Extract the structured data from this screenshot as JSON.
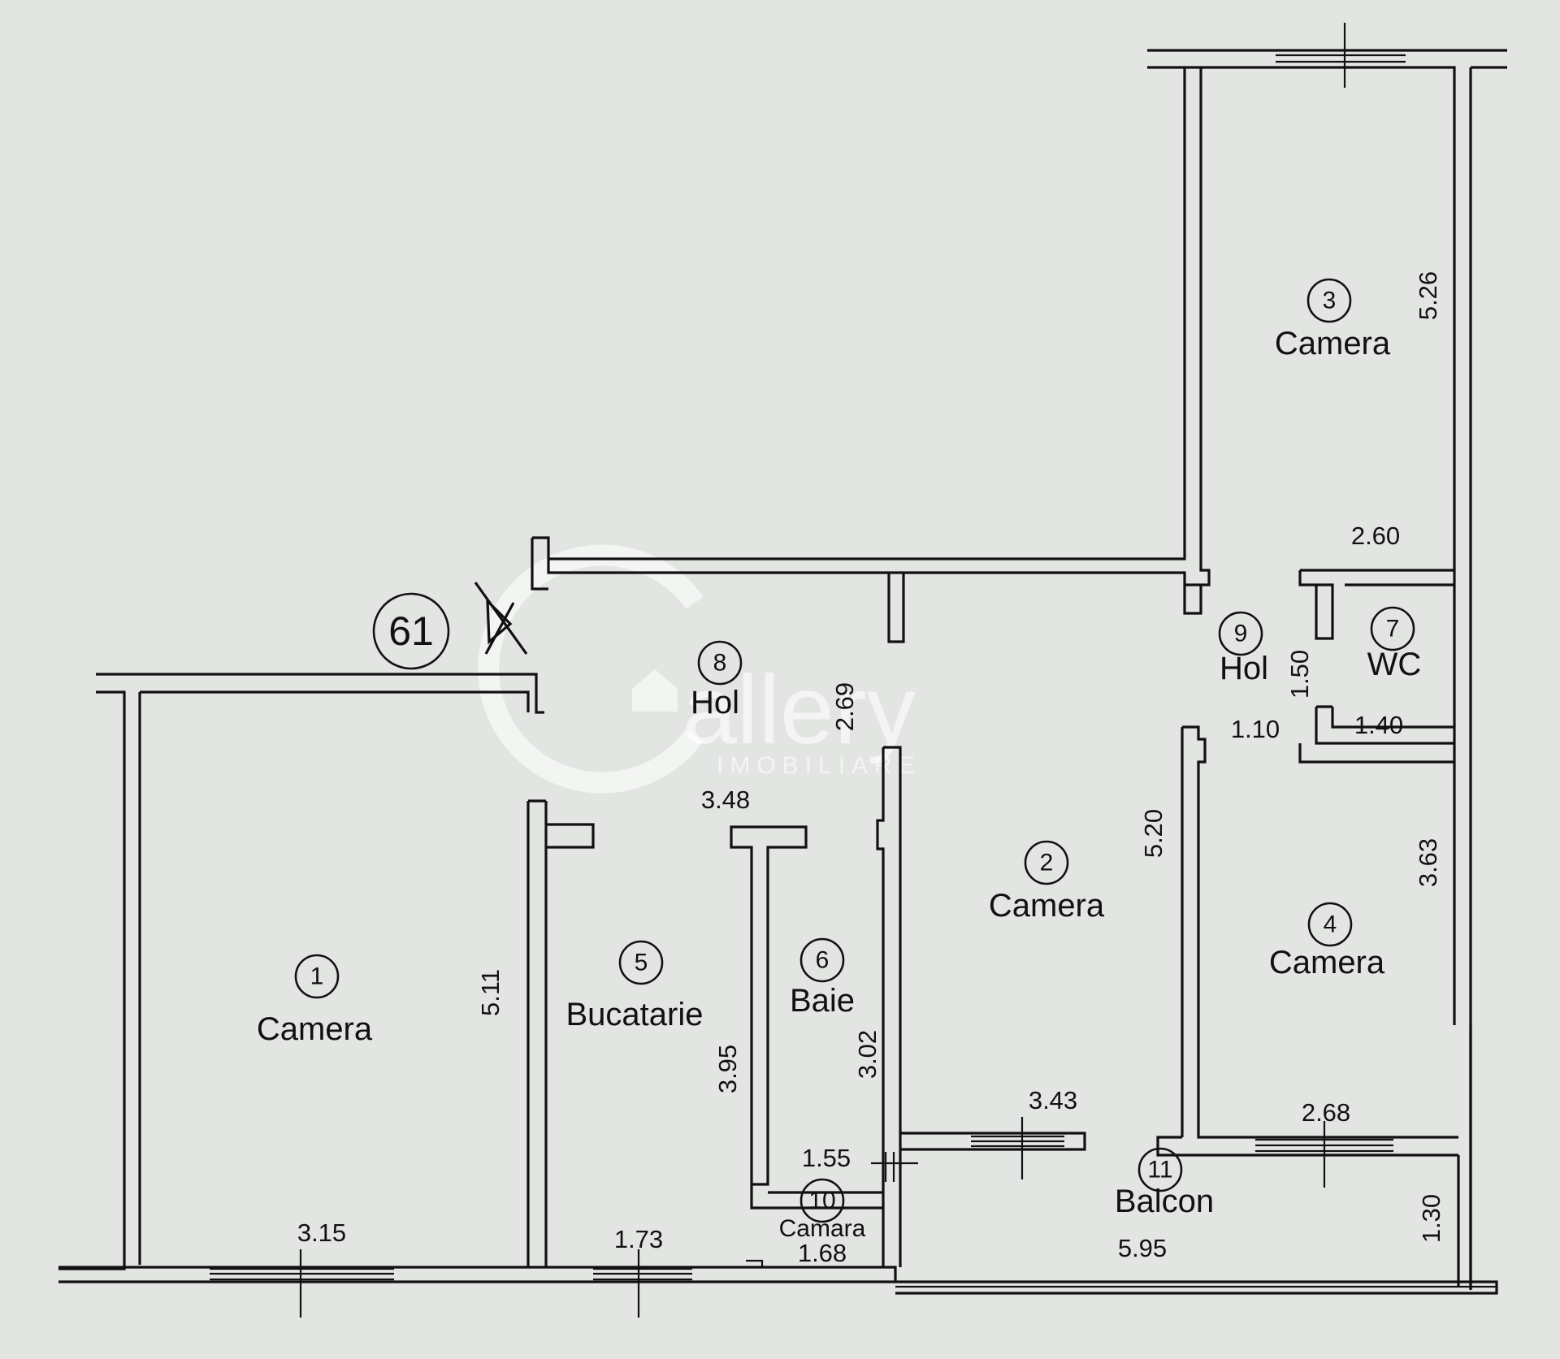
{
  "apartment_number": "61",
  "rooms": [
    {
      "number": "1",
      "name": "Camera"
    },
    {
      "number": "2",
      "name": "Camera"
    },
    {
      "number": "3",
      "name": "Camera"
    },
    {
      "number": "4",
      "name": "Camera"
    },
    {
      "number": "5",
      "name": "Bucatarie"
    },
    {
      "number": "6",
      "name": "Baie"
    },
    {
      "number": "7",
      "name": "WC"
    },
    {
      "number": "8",
      "name": "Hol"
    },
    {
      "number": "9",
      "name": "Hol"
    },
    {
      "number": "10",
      "name": "Camara"
    },
    {
      "number": "11",
      "name": "Balcon"
    }
  ],
  "dimensions": {
    "room1_width": "3.15",
    "room1_length": "5.11",
    "room2_width": "3.43",
    "room2_length": "5.20",
    "room3_width": "2.60",
    "room3_length": "5.26",
    "room4_width": "2.68",
    "room4_length": "3.63",
    "kitchen_width": "1.73",
    "kitchen_length": "3.95",
    "bath_width": "1.55",
    "bath_length": "3.02",
    "wc_width": "1.40",
    "wc_length": "1.50",
    "hall8_width": "3.48",
    "hall8_length": "2.69",
    "hall9_width": "1.10",
    "pantry_width": "1.68",
    "balcony_width": "5.95",
    "balcony_depth": "1.30"
  },
  "watermark": {
    "logo_text": "allery",
    "logo_sub": "IMOBILIARE"
  }
}
